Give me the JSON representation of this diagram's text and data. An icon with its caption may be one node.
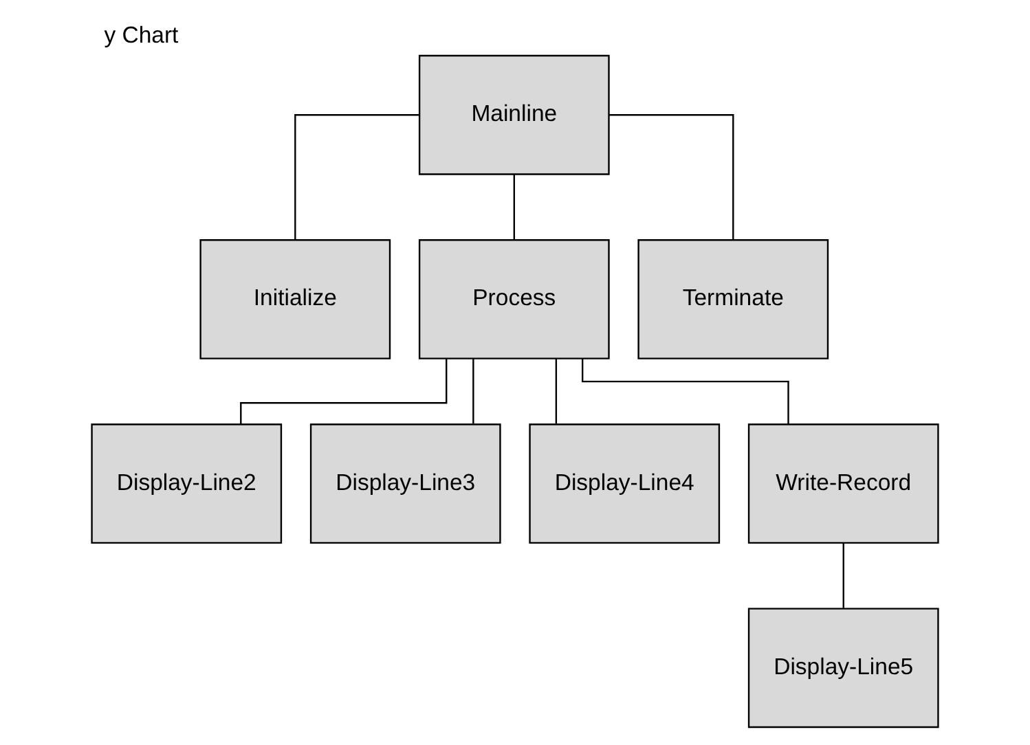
{
  "diagram": {
    "title": "y Chart",
    "nodes": [
      {
        "text": [
          "Mainline"
        ]
      },
      {
        "text": [
          "Initialize"
        ]
      },
      {
        "text": [
          "Process"
        ]
      },
      {
        "text": [
          "Terminate"
        ]
      },
      {
        "text": [
          "Display-Line2"
        ]
      },
      {
        "text": [
          "Display-Line3"
        ]
      },
      {
        "text": [
          "Display-Line4"
        ]
      },
      {
        "text": [
          "Write-Record"
        ]
      },
      {
        "text": [
          "Display-Line5"
        ]
      }
    ],
    "edges": [
      {
        "from": 0,
        "to": 1,
        "arrow": "none"
      },
      {
        "from": 0,
        "to": 2,
        "arrow": "none"
      },
      {
        "from": 0,
        "to": 3,
        "arrow": "none"
      },
      {
        "from": 2,
        "to": 4,
        "arrow": "none"
      },
      {
        "from": 2,
        "to": 5,
        "arrow": "none"
      },
      {
        "from": 2,
        "to": 6,
        "arrow": "none"
      },
      {
        "from": 2,
        "to": 7,
        "arrow": "none"
      },
      {
        "from": 7,
        "to": 8,
        "arrow": "none"
      }
    ]
  }
}
